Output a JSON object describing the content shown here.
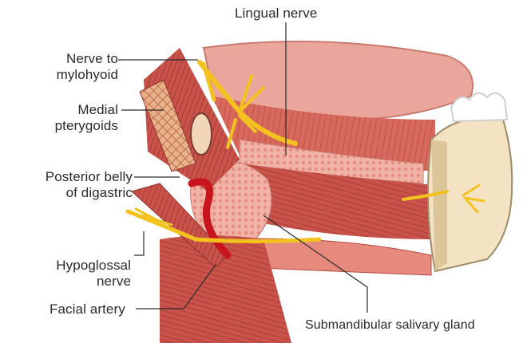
{
  "labels": {
    "lingual_nerve": "Lingual nerve",
    "nerve_to_mylohyoid": [
      "Nerve to",
      "mylohyoid"
    ],
    "medial_pterygoids": [
      "Medial",
      "pterygoids"
    ],
    "posterior_belly_of_digastric": [
      "Posterior belly",
      "of digastric"
    ],
    "hypoglossal_nerve": [
      "Hypoglossal",
      "nerve"
    ],
    "facial_artery": "Facial artery",
    "submandibular_salivary_gland": "Submandibular salivary gland"
  },
  "colors": {
    "muscle": "#c9534a",
    "muscle_dark": "#9c3530",
    "muscle_light": "#e58a7c",
    "tongue": "#e9a197",
    "gland": "#f0b3a6",
    "nerve": "#f4c21e",
    "artery": "#c8141c",
    "bone": "#f3e3c3",
    "tooth": "#ffffff",
    "leader": "#2a2a2a"
  }
}
